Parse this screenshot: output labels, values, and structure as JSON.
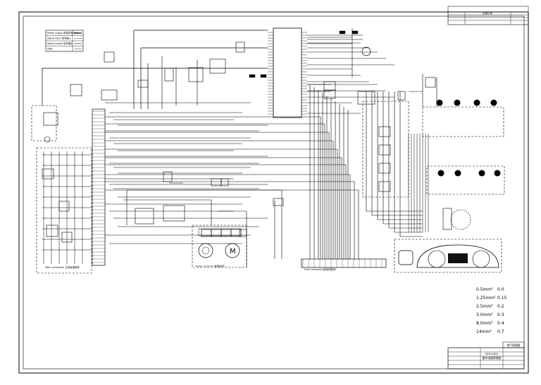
{
  "legend_box": {
    "rows": [
      "Power supply 电源供电(B+)",
      "Signal input 信号输入",
      "Signal output 信号输出",
      "GND"
    ]
  },
  "wire_spec": {
    "rows": [
      {
        "area": "0.5mm²",
        "code": "0.0"
      },
      {
        "area": "1.25mm²",
        "code": "0.15"
      },
      {
        "area": "2.5mm²",
        "code": "0.2"
      },
      {
        "area": "3.0mm²",
        "code": "0.3"
      },
      {
        "area": "8.0mm²",
        "code": "0.4"
      },
      {
        "area": "14mm²",
        "code": "0.7"
      }
    ]
  },
  "connector_labels": {
    "bottom_left": "Main connector 主线束插接件",
    "bottom_middle": "Power connector 电源插接件",
    "bottom_right": "Front connector 前线束插接件"
  },
  "title_block": {
    "company": "电气原理图",
    "drawing_title": "整车电路原理图",
    "doc_code": "XXXX-XXXX"
  },
  "top_right_block": {
    "title": "变更记录"
  }
}
